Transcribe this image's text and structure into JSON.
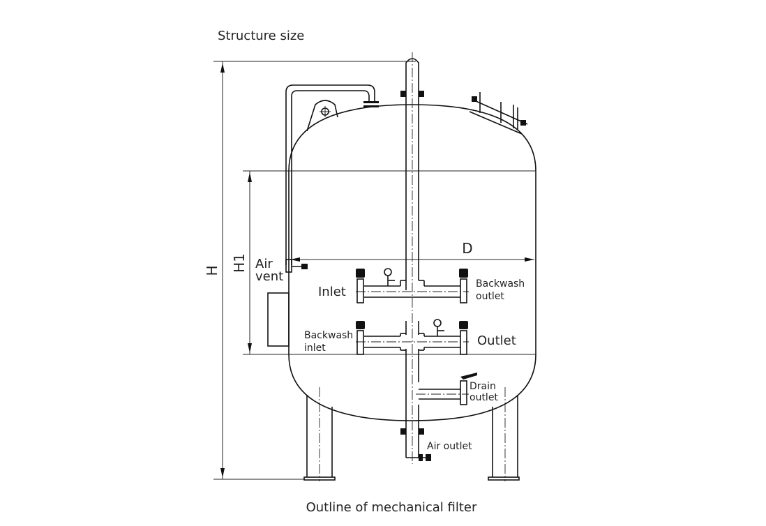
{
  "header": {
    "title": "Structure size"
  },
  "footer": {
    "caption": "Outline of mechanical filter"
  },
  "dimensions": {
    "total_height": "H",
    "shell_height": "H1",
    "diameter": "D"
  },
  "labels": {
    "air_vent_line1": "Air",
    "air_vent_line2": "vent",
    "inlet": "Inlet",
    "backwash_outlet_line1": "Backwash",
    "backwash_outlet_line2": "outlet",
    "backwash_inlet_line1": "Backwash",
    "backwash_inlet_line2": "inlet",
    "outlet": "Outlet",
    "drain_outlet_line1": "Drain",
    "drain_outlet_line2": "outlet",
    "air_outlet": "Air outlet"
  }
}
